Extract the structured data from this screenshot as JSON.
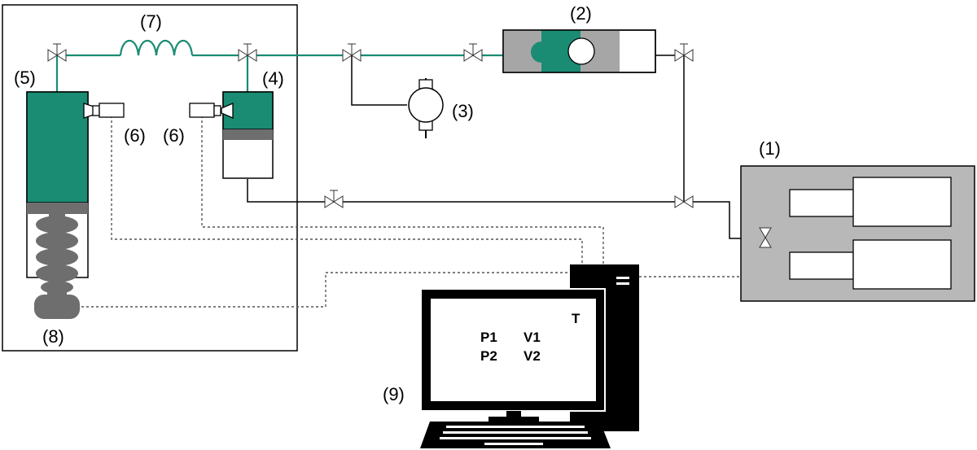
{
  "labels": {
    "syringe_pump": "(1)",
    "sample_cell": "(2)",
    "pressure_sensor": "(3)",
    "small_cylinder": "(4)",
    "large_cylinder": "(5)",
    "camera_left": "(6)",
    "camera_right": "(6)",
    "coil": "(7)",
    "motor": "(8)",
    "computer": "(9)"
  },
  "screen": {
    "t": "T",
    "p1": "P1",
    "v1": "V1",
    "p2": "P2",
    "v2": "V2"
  },
  "colors": {
    "fluid": "#1a8c73",
    "piston": "#6e6e6e",
    "pump_box": "#b8b8b8",
    "outline": "#000000"
  }
}
